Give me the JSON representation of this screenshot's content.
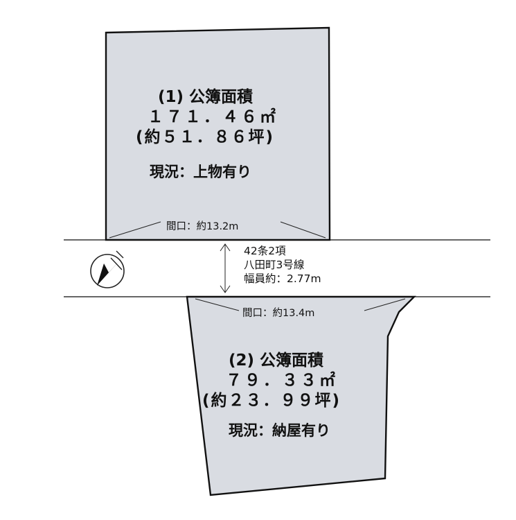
{
  "lot1": {
    "title": "(1) 公簿面積",
    "area_sqm": "１７１．４６㎡",
    "area_tsubo": "(約５１．８６坪)",
    "status": "現況：上物有り",
    "frontage": "間口：約13.2m"
  },
  "lot2": {
    "title": "(2) 公簿面積",
    "area_sqm": "７９．３３㎡",
    "area_tsubo": "(約２３．９９坪)",
    "status": "現況：納屋有り",
    "frontage": "間口：約13.4m"
  },
  "road": {
    "line1": "42条2項",
    "line2": "八田町3号線",
    "line3": "幅員約：2.77m"
  },
  "compass": {
    "icon": "north-arrow-icon"
  },
  "colors": {
    "lot_fill": "#d9dce2",
    "line": "#111111"
  }
}
